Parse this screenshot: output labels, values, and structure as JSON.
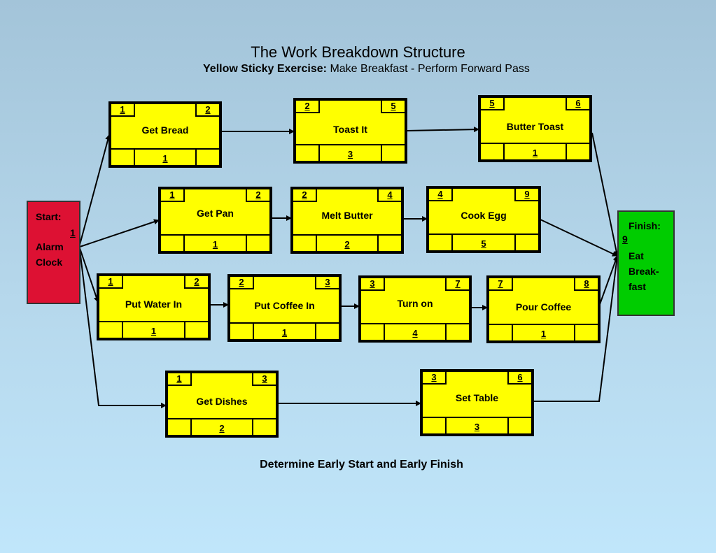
{
  "header": {
    "title": "The Work Breakdown Structure",
    "subtitle_bold": "Yellow Sticky Exercise:",
    "subtitle_rest": " Make Breakfast - Perform Forward Pass"
  },
  "footer": "Determine Early Start and Early Finish",
  "start": {
    "label": "Start:",
    "value": "1",
    "line1": "Alarm",
    "line2": "Clock"
  },
  "finish": {
    "label": "Finish:",
    "value": "9",
    "line1": "Eat",
    "line2": "Break-",
    "line3": "fast"
  },
  "tasks": [
    {
      "name": "Get Bread",
      "es": "1",
      "ef": "2",
      "duration": "1"
    },
    {
      "name": "Toast It",
      "es": "2",
      "ef": "5",
      "duration": "3"
    },
    {
      "name": "Butter Toast",
      "es": "5",
      "ef": "6",
      "duration": "1"
    },
    {
      "name": "Get Pan",
      "es": "1",
      "ef": "2",
      "duration": "1"
    },
    {
      "name": "Melt Butter",
      "es": "2",
      "ef": "4",
      "duration": "2"
    },
    {
      "name": "Cook Egg",
      "es": "4",
      "ef": "9",
      "duration": "5"
    },
    {
      "name": "Put Water In",
      "es": "1",
      "ef": "2",
      "duration": "1"
    },
    {
      "name": "Put Coffee In",
      "es": "2",
      "ef": "3",
      "duration": "1"
    },
    {
      "name": "Turn on",
      "es": "3",
      "ef": "7",
      "duration": "4"
    },
    {
      "name": "Pour Coffee",
      "es": "7",
      "ef": "8",
      "duration": "1"
    },
    {
      "name": "Get Dishes",
      "es": "1",
      "ef": "3",
      "duration": "2"
    },
    {
      "name": "Set Table",
      "es": "3",
      "ef": "6",
      "duration": "3"
    }
  ],
  "colors": {
    "task": "#ffff00",
    "start": "#dd1133",
    "finish": "#00cc00"
  }
}
